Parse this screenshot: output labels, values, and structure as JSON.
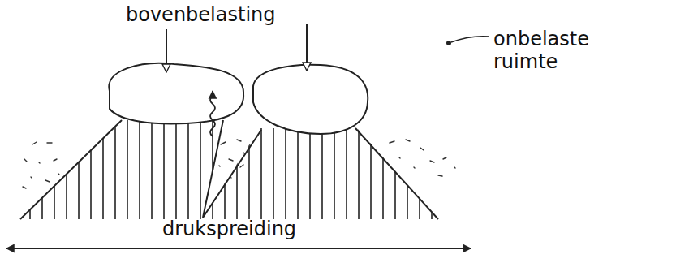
{
  "diagram": {
    "labels": [
      "bovenbelasting",
      "onbelaste ruimte",
      "drukspreiding"
    ]
  }
}
